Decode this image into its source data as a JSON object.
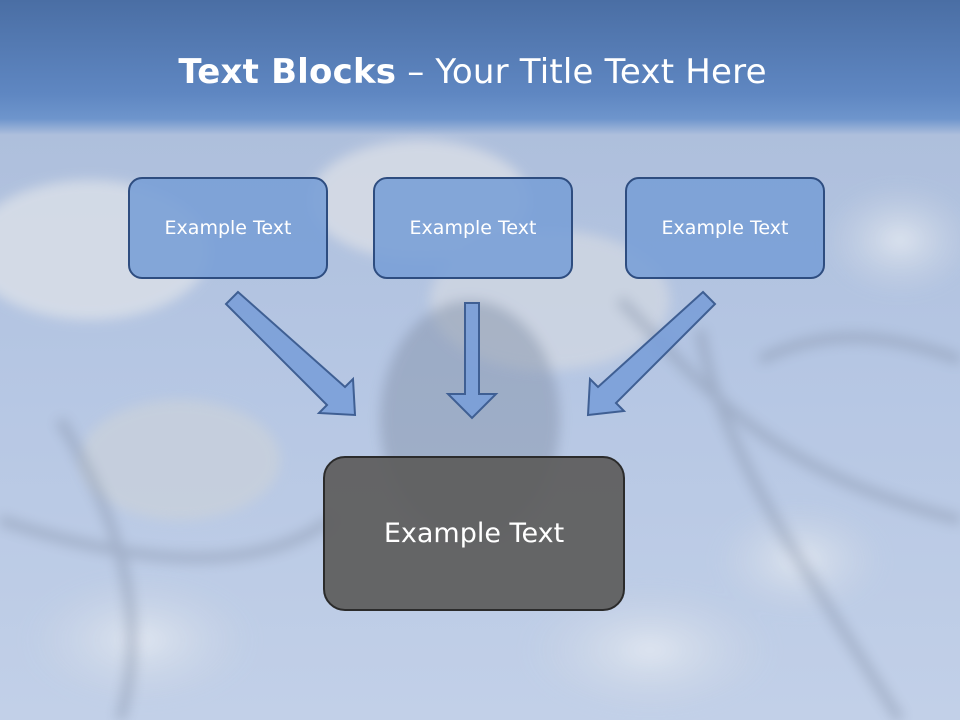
{
  "slide": {
    "title_bold": "Text Blocks",
    "title_rest": " – Your Title Text Here"
  },
  "blocks": [
    {
      "label": "Example Text"
    },
    {
      "label": "Example Text"
    },
    {
      "label": "Example Text"
    }
  ],
  "target": {
    "label": "Example Text"
  },
  "colors": {
    "header": "#5f87c2",
    "block_fill": "#789ed6",
    "block_border": "#2e4d80",
    "target_fill": "#5f5f5f",
    "arrow_fill": "#7a9fd8"
  }
}
